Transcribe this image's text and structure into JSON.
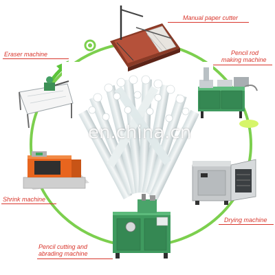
{
  "labels": {
    "manual_paper_cutter": "Manual paper cutter",
    "pencil_rod_making_machine": [
      "Pencil rod",
      "making machine"
    ],
    "eraser_machine": "Eraser machine",
    "shrink_machine": "Shrink machine",
    "drying_machine": "Drying machine",
    "pencil_cutting_abrading_machine": [
      "Pencil cutting and",
      "abrading machine"
    ]
  },
  "watermark": "en.china.cn",
  "colors": {
    "cycle_ring": "#7ccf4e",
    "label_text": "#d8342a",
    "machine_green": "#3f9a5f",
    "shrink_orange": "#e8651e"
  }
}
